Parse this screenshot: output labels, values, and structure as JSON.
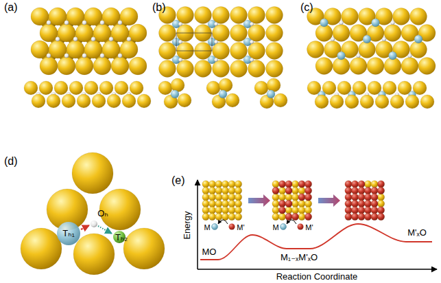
{
  "diagram": {
    "labels": [
      "(a)",
      "(b)",
      "(c)",
      "(d)",
      "(e)",
      "Tₕ₁",
      "Oₕ",
      "Tₕ₂",
      "Energy",
      "MO",
      "M",
      "M'",
      "M",
      "M'",
      "M₁₋ₓM'ₓO",
      "M'ₓO",
      "Reaction Coordinate"
    ]
  }
}
